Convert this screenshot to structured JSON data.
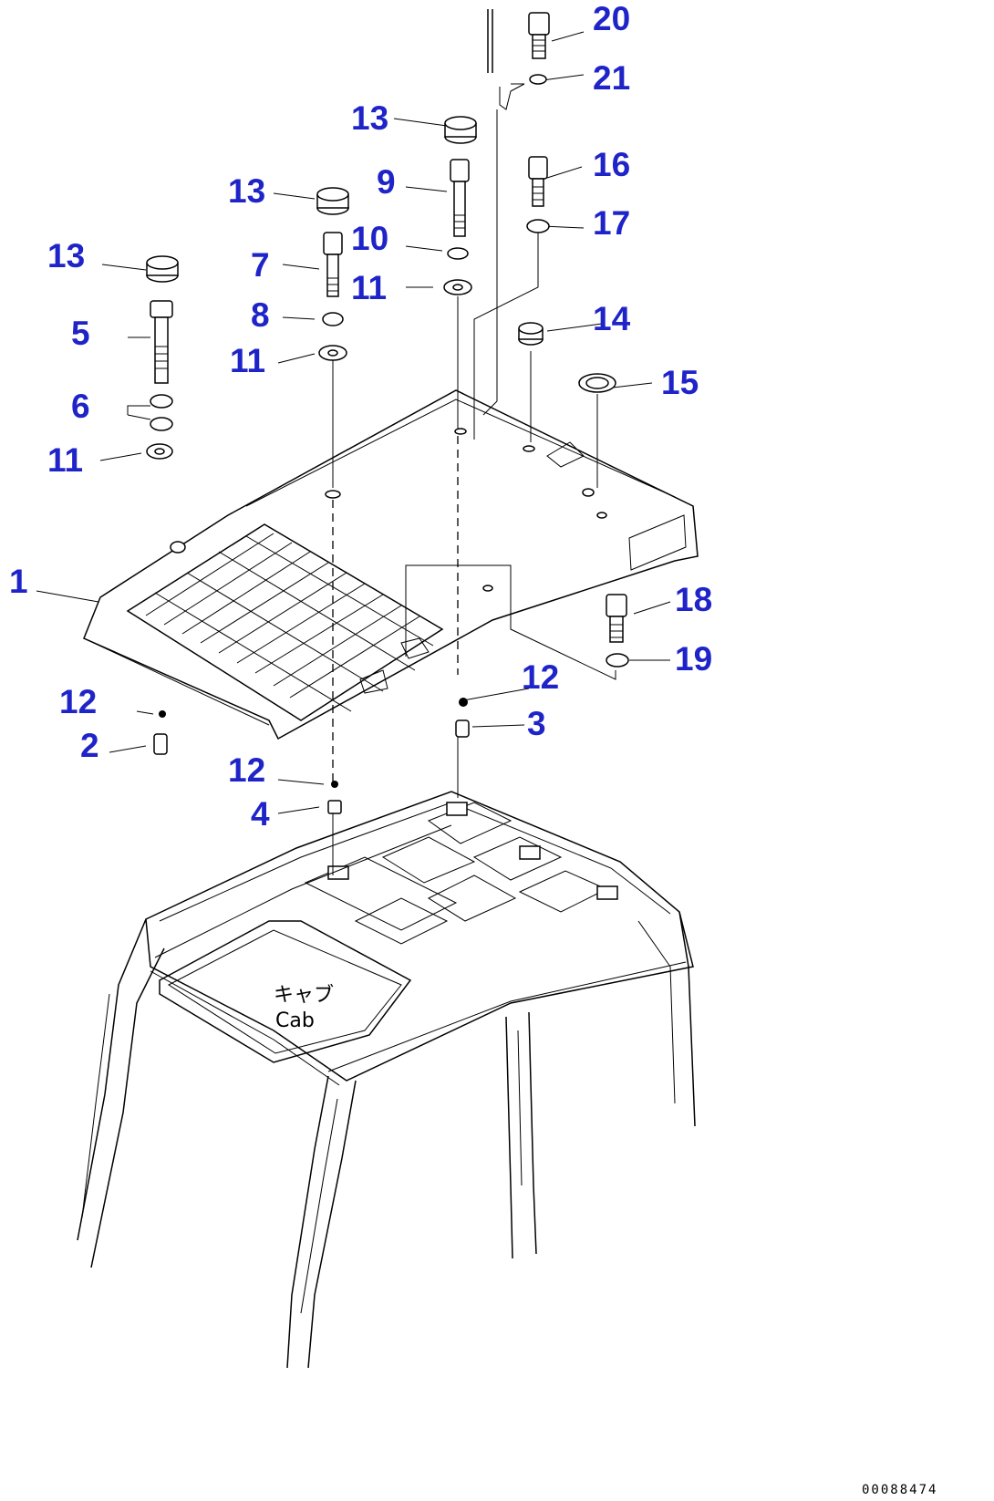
{
  "diagram": {
    "callouts": [
      "1",
      "2",
      "3",
      "4",
      "5",
      "6",
      "7",
      "8",
      "9",
      "10",
      "11",
      "12",
      "13",
      "14",
      "15",
      "16",
      "17",
      "18",
      "19",
      "20",
      "21"
    ],
    "cab_label_jp": "キャブ",
    "cab_label_en": "Cab",
    "drawing_code": "00088474"
  }
}
